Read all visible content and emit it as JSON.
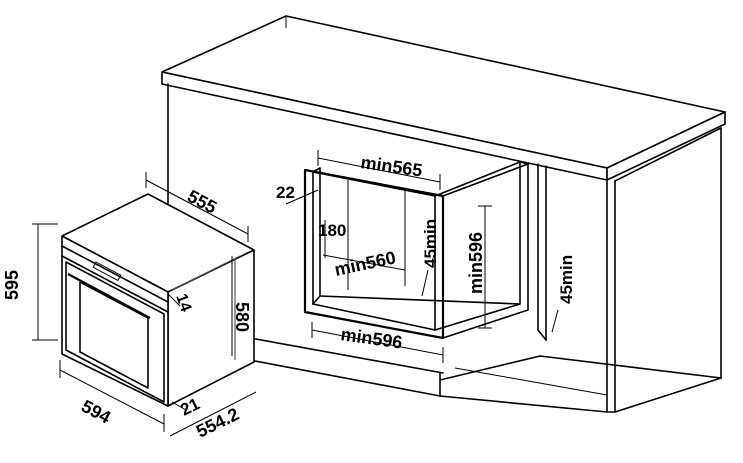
{
  "cabinet": {
    "label_min565": "min565",
    "label_22": "22",
    "label_180": "180",
    "label_min560": "min560",
    "label_45min_inner": "45min",
    "label_min596_vertical": "min596",
    "label_min596_bottom": "min596",
    "label_45min_right": "45min"
  },
  "oven": {
    "label_555": "555",
    "label_595": "595",
    "label_14": "14",
    "label_580": "580",
    "label_594": "594",
    "label_21": "21",
    "label_554_2": "554.2"
  }
}
